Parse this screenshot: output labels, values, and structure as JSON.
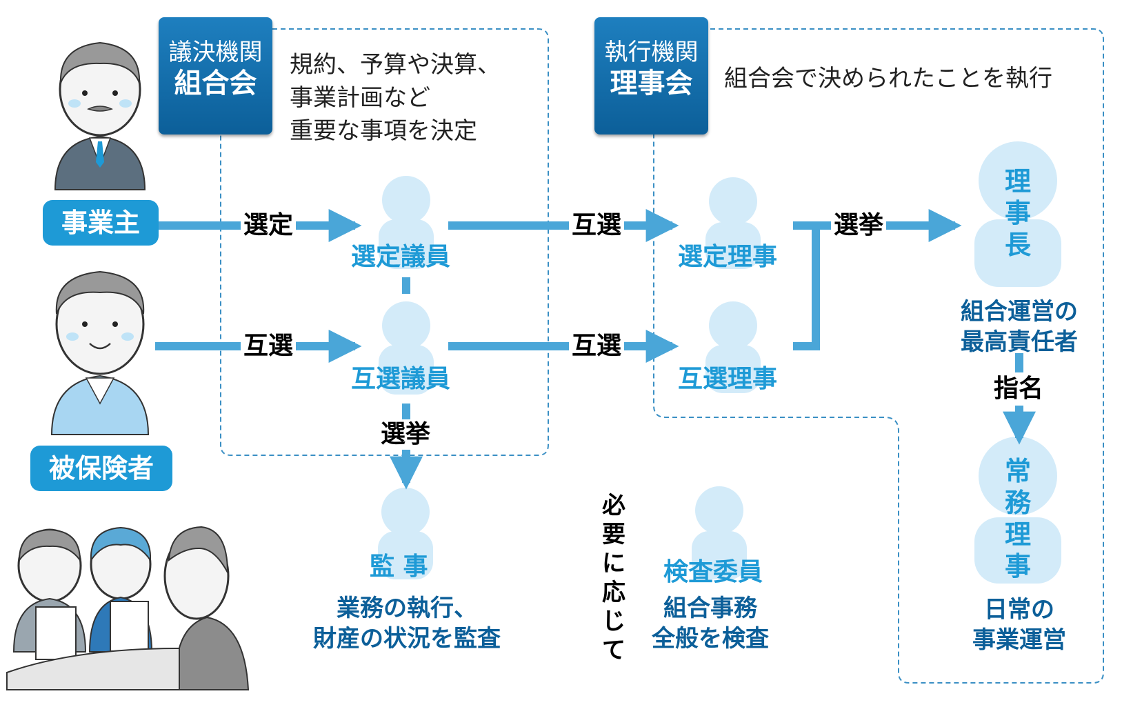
{
  "headers": {
    "giketsu": {
      "line1": "議決機関",
      "line2": "組合会"
    },
    "shikkou": {
      "line1": "執行機関",
      "line2": "理事会"
    }
  },
  "descriptions": {
    "kumiaikai": "規約、予算や決算、\n事業計画など\n重要な事項を決定",
    "rijikai": "組合会で決められたことを執行"
  },
  "stakeholders": {
    "employer": "事業主",
    "insured": "被保険者"
  },
  "arrow_labels": {
    "employer_to_selected": "選定",
    "insured_to_mutual": "互選",
    "selected_to_director": "互選",
    "mutual_to_director": "互選",
    "directors_to_chair": "選挙",
    "members_to_auditor": "選挙",
    "chair_to_executive": "指名"
  },
  "roles": {
    "selected_member": "選定議員",
    "mutual_member": "互選議員",
    "selected_director": "選定理事",
    "mutual_director": "互選理事",
    "chairman": "理事長",
    "executive_director": "常務理事",
    "auditor": "監 事",
    "inspector": "検査委員"
  },
  "notes": {
    "chairman": "組合運営の\n最高責任者",
    "executive": "日常の\n事業運営",
    "auditor": "業務の執行、\n財産の状況を監査",
    "inspector": "組合事務\n全般を検査",
    "as_needed": "必要に応じて"
  },
  "colors": {
    "arrow": "#4aa6d8",
    "accent": "#1e9ad6",
    "header": "#0c5f99",
    "silhouette": "#d3ebf9",
    "dashed": "#3a8fc4"
  },
  "icons": [
    "employer-man",
    "insured-man",
    "workers-group",
    "person-silhouette"
  ]
}
